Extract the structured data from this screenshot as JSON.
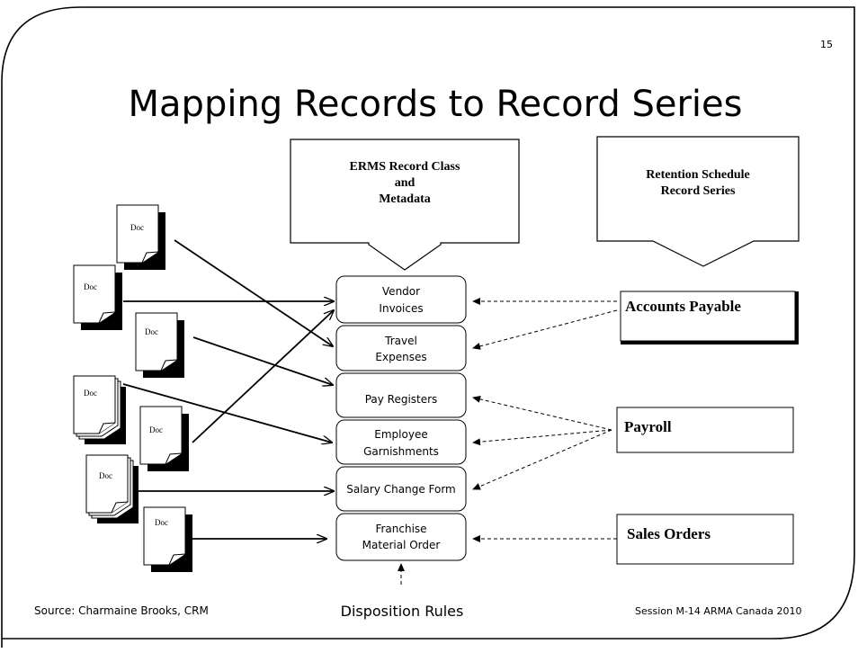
{
  "slide": {
    "number": "15",
    "title": "Mapping Records to Record Series",
    "source": "Source: Charmaine Brooks, CRM",
    "session": "Session M-14 ARMA Canada 2010",
    "disposition": "Disposition Rules"
  },
  "headers": {
    "erms": [
      "ERMS Record Class",
      "and",
      "Metadata"
    ],
    "retention": [
      "Retention Schedule",
      "Record Series"
    ]
  },
  "doc_label": "Doc",
  "record_classes": [
    [
      "Vendor",
      "Invoices"
    ],
    [
      "Travel",
      "Expenses"
    ],
    [
      "Pay Registers"
    ],
    [
      "Employee",
      "Garnishments"
    ],
    [
      "Salary Change Form"
    ],
    [
      "Franchise",
      "Material Order"
    ]
  ],
  "record_series": [
    "Accounts Payable",
    "Payroll",
    "Sales Orders"
  ]
}
